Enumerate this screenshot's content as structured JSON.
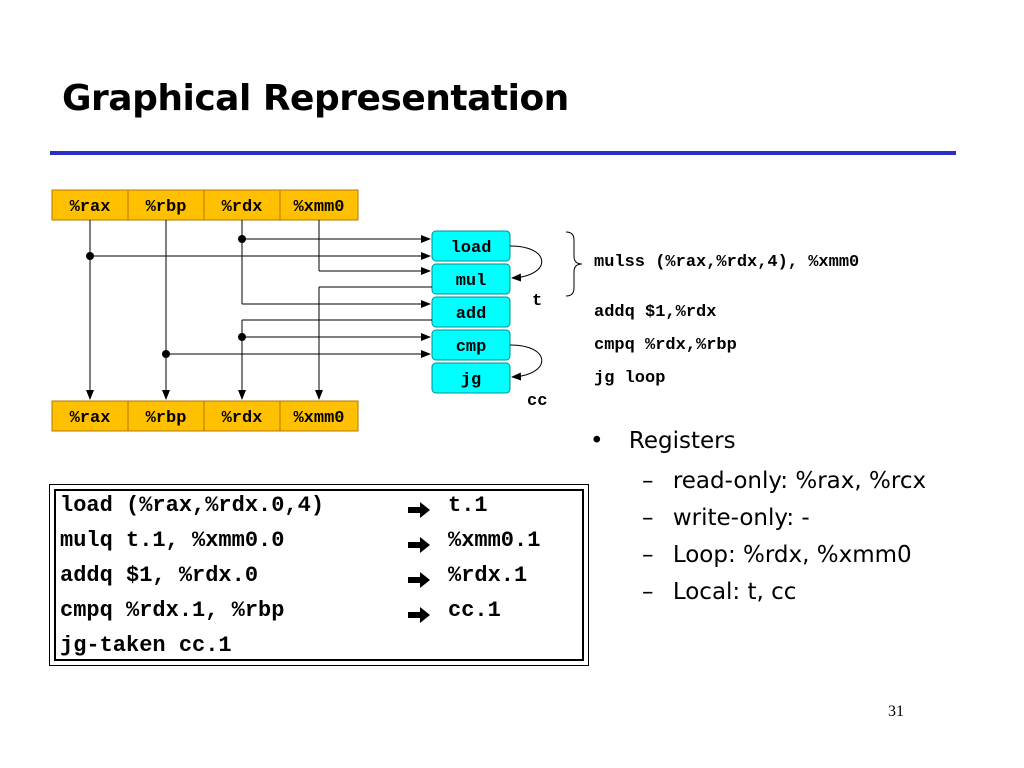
{
  "title": "Graphical Representation",
  "registers_top": [
    "%rax",
    "%rbp",
    "%rdx",
    "%xmm0"
  ],
  "registers_bottom": [
    "%rax",
    "%rbp",
    "%rdx",
    "%xmm0"
  ],
  "ops": [
    "load",
    "mul",
    "add",
    "cmp",
    "jg"
  ],
  "edge_labels": {
    "t": "t",
    "cc": "cc"
  },
  "colors": {
    "register_fill": "#ffc000",
    "op_fill": "#00ffff",
    "rule": "#2a2ec8"
  },
  "assembly": {
    "mulss": "mulss (%rax,%rdx,4), %xmm0",
    "addq": "addq $1,%rdx",
    "cmpq": "cmpq %rdx,%rbp",
    "jg": "jg loop"
  },
  "bullets": {
    "main": "Registers",
    "items": [
      "read-only: %rax, %rcx",
      "write-only: -",
      "Loop: %rdx, %xmm0",
      "Local: t, cc"
    ]
  },
  "code_lines": [
    {
      "lhs": "load (%rax,%rdx.0,4)",
      "rhs": "t.1"
    },
    {
      "lhs": "mulq t.1, %xmm0.0",
      "rhs": "%xmm0.1"
    },
    {
      "lhs": "addq $1, %rdx.0",
      "rhs": "%rdx.1"
    },
    {
      "lhs": "cmpq %rdx.1, %rbp",
      "rhs": "cc.1"
    },
    {
      "lhs": "jg-taken cc.1",
      "rhs": ""
    }
  ],
  "page_number": "31"
}
